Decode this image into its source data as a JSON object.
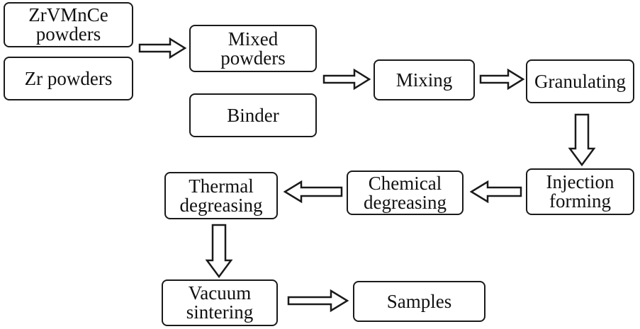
{
  "steps": {
    "zrvmnce_powders": [
      "ZrVMnCe",
      "powders"
    ],
    "zr_powders": [
      "Zr powders"
    ],
    "mixed_powders": [
      "Mixed",
      "powders"
    ],
    "binder": [
      "Binder"
    ],
    "mixing": [
      "Mixing"
    ],
    "granulating": [
      "Granulating"
    ],
    "injection_forming": [
      "Injection",
      "forming"
    ],
    "chemical_degreasing": [
      "Chemical",
      "degreasing"
    ],
    "thermal_degreasing": [
      "Thermal",
      "degreasing"
    ],
    "vacuum_sintering": [
      "Vacuum",
      "sintering"
    ],
    "samples": [
      "Samples"
    ]
  },
  "flow": [
    [
      "zrvmnce_powders",
      "mixed_powders"
    ],
    [
      "mixed_powders",
      "mixing"
    ],
    [
      "mixing",
      "granulating"
    ],
    [
      "granulating",
      "injection_forming"
    ],
    [
      "injection_forming",
      "chemical_degreasing"
    ],
    [
      "chemical_degreasing",
      "thermal_degreasing"
    ],
    [
      "thermal_degreasing",
      "vacuum_sintering"
    ],
    [
      "vacuum_sintering",
      "samples"
    ]
  ]
}
